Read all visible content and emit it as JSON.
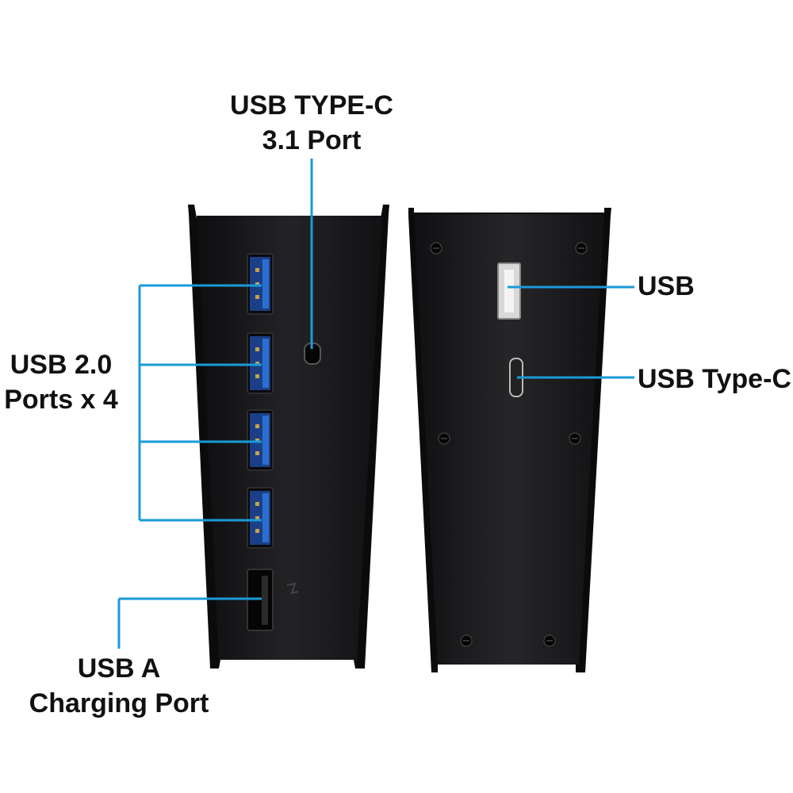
{
  "colors": {
    "callout_line": "#1a9ad8",
    "device_body": "#1c1c1e",
    "usb_port_blue": "#2a6fd0",
    "background": "#ffffff"
  },
  "labels": {
    "type_c_front": [
      "USB TYPE-C",
      "3.1 Port"
    ],
    "usb2_ports": [
      "USB 2.0",
      "Ports x 4"
    ],
    "usb_a_charging": [
      "USB A",
      "Charging Port"
    ],
    "usb_rear": "USB",
    "type_c_rear": "USB Type-C"
  },
  "icons": {
    "charging": "lightning-icon",
    "screw": "screw-icon"
  }
}
